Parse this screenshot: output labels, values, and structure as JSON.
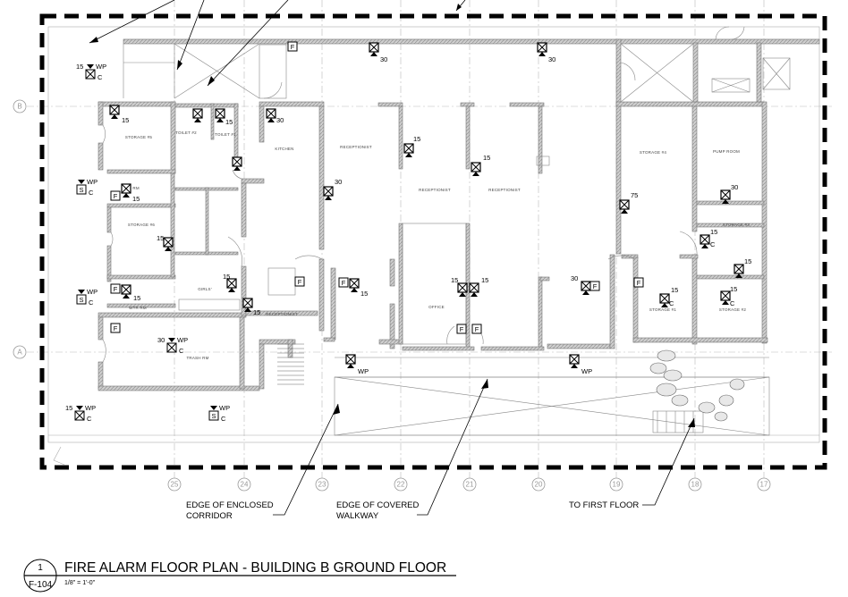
{
  "title": {
    "number": "1",
    "sheet": "F-104",
    "text": "FIRE ALARM FLOOR PLAN - BUILDING B GROUND FLOOR",
    "scale": "1/8\" = 1'-0\""
  },
  "callouts": {
    "corridor": [
      "EDGE OF ENCLOSED",
      "CORRIDOR"
    ],
    "walkway": [
      "EDGE OF COVERED",
      "WALKWAY"
    ],
    "first_floor": "TO FIRST FLOOR"
  },
  "grid_lines": {
    "vertical": [
      "25",
      "24",
      "23",
      "22",
      "21",
      "20",
      "19",
      "18",
      "17"
    ],
    "horizontal": [
      "B",
      "A"
    ]
  },
  "rooms": {
    "storage_5": "STORAGE #5",
    "toilet_2": "TOILET #2",
    "toilet_1": "TOILET #1",
    "kitchen": "KITCHEN",
    "receptionist_1": "RECEPTIONIST",
    "receptionist_2": "RECEPTIONIST",
    "receptionist_3": "RECEPTIONIST",
    "receptionist_4": "RECEPTIONIST",
    "wtr_rm_1": "WTR RM",
    "wtr_rm_2": "WTR RM",
    "storage_6": "STORAGE #6",
    "girls": "GIRLS'",
    "office": "OFFICE",
    "storage_4": "STORAGE #4",
    "pump_room": "PUMP ROOM",
    "storage_3": "STORAGE #3",
    "storage_1": "STORAGE #1",
    "storage_2": "STORAGE #2",
    "trash_rm": "TRASH RM"
  },
  "devices": {
    "cd15": "15",
    "cd30": "30",
    "cd75": "75",
    "wp": "WP",
    "c": "C",
    "s": "S",
    "f": "F"
  }
}
